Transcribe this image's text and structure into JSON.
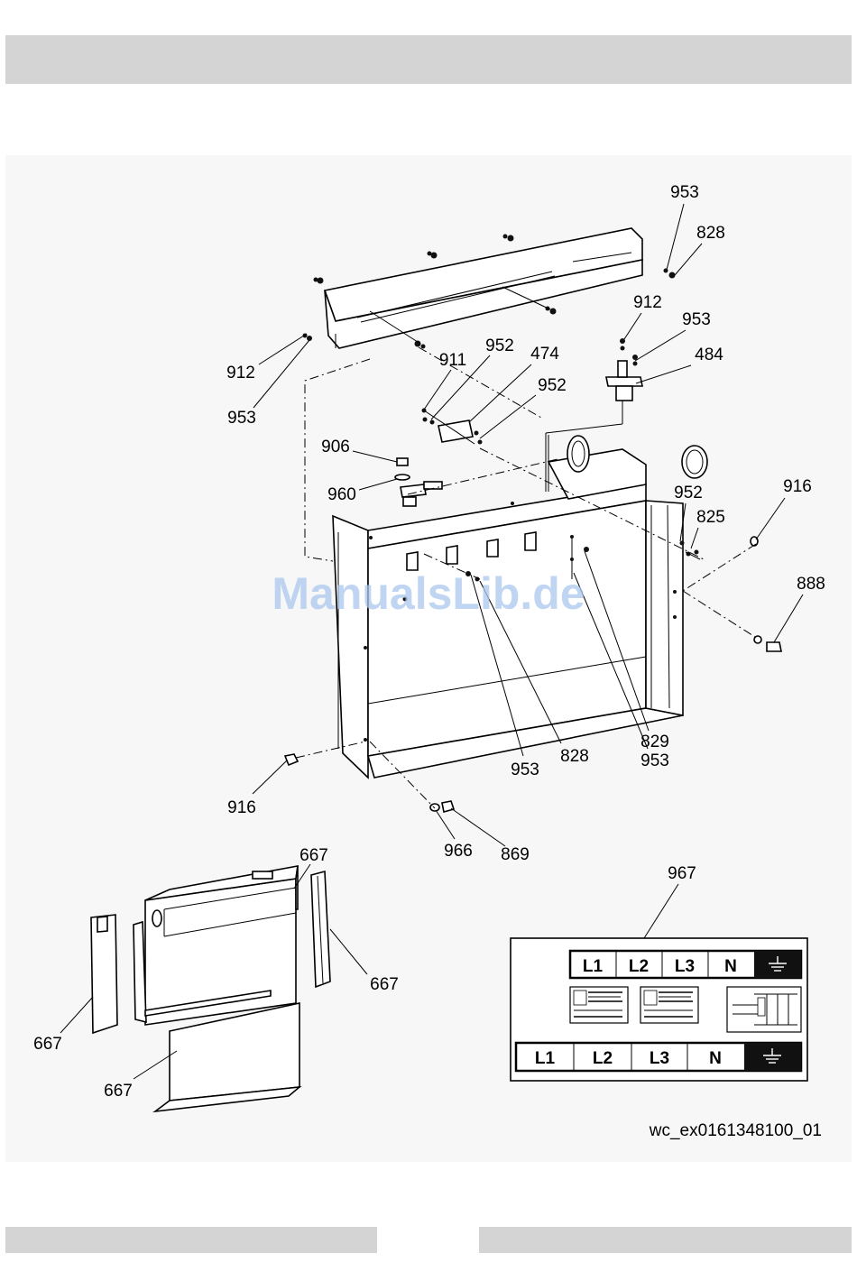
{
  "header": {},
  "footer": {},
  "watermark": "ManualsLib.de",
  "drawing_id": "wc_ex0161348100_01",
  "callouts": {
    "c953a": "953",
    "c828a": "828",
    "c912a": "912",
    "c953b": "953",
    "c484": "484",
    "c912b": "912",
    "c953c": "953",
    "c911": "911",
    "c952a": "952",
    "c474": "474",
    "c952b": "952",
    "c906": "906",
    "c960": "960",
    "c952c": "952",
    "c825": "825",
    "c916a": "916",
    "c888": "888",
    "c829": "829",
    "c953d": "953",
    "c828b": "828",
    "c953e": "953",
    "c916b": "916",
    "c966": "966",
    "c869": "869",
    "c667a": "667",
    "c667b": "667",
    "c667c": "667",
    "c667d": "667",
    "c967": "967"
  },
  "label_967": {
    "row1": [
      "L1",
      "L2",
      "L3",
      "N"
    ],
    "row2": [
      "L1",
      "L2",
      "L3",
      "N"
    ]
  }
}
